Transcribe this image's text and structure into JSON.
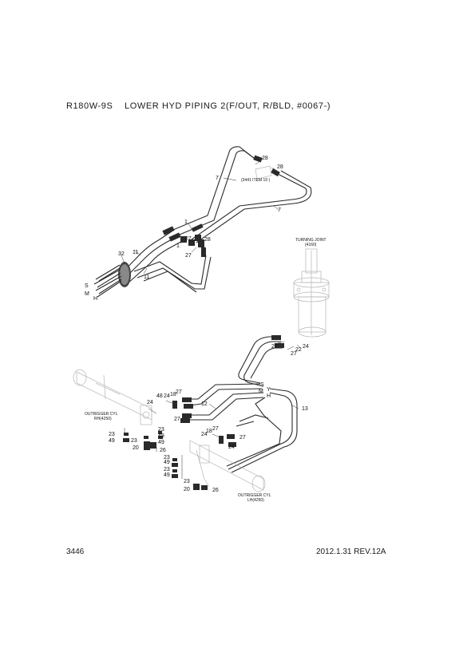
{
  "header": {
    "model": "R180W-9S",
    "title": "LOWER HYD PIPING 2(F/OUT, R/BLD, #0067-)"
  },
  "footer": {
    "page_number": "3446",
    "date_revision": "2012.1.31  REV.12A"
  },
  "callouts": {
    "c1a": "1",
    "c1b": "1",
    "c7a": "7",
    "c7b": "7",
    "c11a": "11",
    "c11b": "11",
    "c28a": "28",
    "c28b": "28",
    "c28c": "28",
    "c27a": "27",
    "c27b": "27",
    "c32": "32",
    "cS": "S",
    "cM": "M",
    "cH": "H",
    "ref3441": "(3441 ITEM 19 )",
    "turning": "TURNING JOINT",
    "turning_ref": "(4160)",
    "c27c": "27",
    "c22": "22",
    "c24a": "24",
    "c27d": "27",
    "c12": "12",
    "c13": "13",
    "cS2": "S",
    "cM2": "M",
    "cY": "Y",
    "cH2": "H",
    "c48": "48",
    "c24b": "24",
    "c27e": "27",
    "c18a": "18",
    "c27f": "27",
    "c24c": "24",
    "c18b": "18",
    "c27g": "27",
    "c27h": "27",
    "c24d": "24",
    "c24e": "24",
    "out_rh": "OUTRIGGER CYL",
    "out_rh_ref": "RH(4250)",
    "c23a": "23",
    "c49a": "49",
    "c23b": "23",
    "c49b": "49",
    "c23c": "23",
    "c49c": "49",
    "c20a": "20",
    "c26a": "26",
    "c23d": "23",
    "c49d": "49",
    "c23e": "23",
    "c49e": "49",
    "c23f": "23",
    "c20b": "20",
    "c26b": "26",
    "out_lh": "OUTRIGGER CYL",
    "out_lh_ref": "LH(4250)"
  }
}
